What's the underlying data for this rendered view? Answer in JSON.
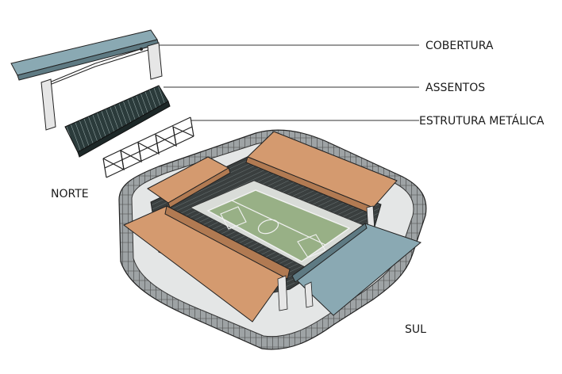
{
  "labels": {
    "cobertura": "COBERTURA",
    "assentos": "ASSENTOS",
    "estrutura": "ESTRUTURA METÁLICA",
    "norte": "NORTE",
    "sul": "SUL"
  },
  "colors": {
    "roof_orange": "#d49a6f",
    "roof_blue": "#8aa9b3",
    "pitch_green": "#98b086",
    "seats_dark": "#2b3b3b",
    "steel": "#3c3c3c",
    "facade": "#7d8183"
  }
}
